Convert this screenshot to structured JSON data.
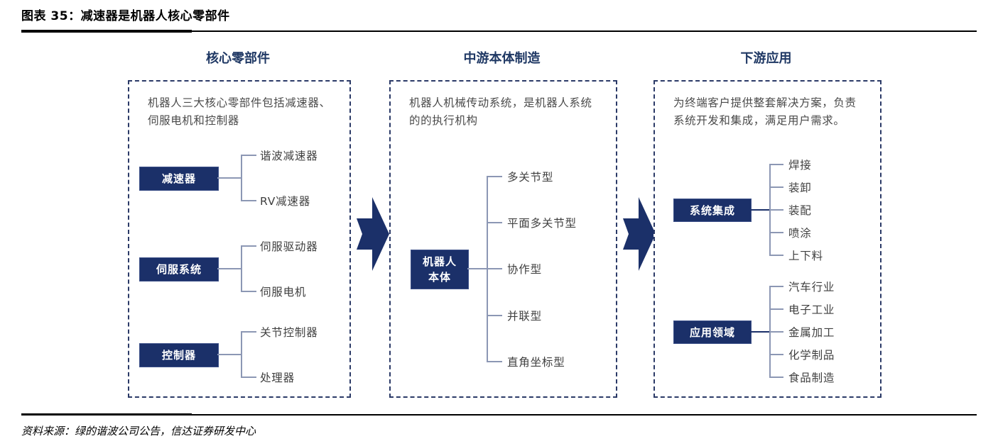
{
  "figure": {
    "title": "图表 35：减速器是机器人核心零部件",
    "source": "资料来源：绿的谐波公司公告，信达证券研发中心"
  },
  "colors": {
    "navy": "#1b3069",
    "header_blue": "#1f3864",
    "connector": "#8c97b4",
    "body_text": "#4a4a4a",
    "dashed_border": "#2b3a67"
  },
  "columns": [
    {
      "id": "upstream",
      "header": "核心零部件",
      "description": "机器人三大核心零部件包括减速器、伺服电机和控制器",
      "groups": [
        {
          "box": "减速器",
          "items": [
            "谐波减速器",
            "RV减速器"
          ]
        },
        {
          "box": "伺服系统",
          "items": [
            "伺服驱动器",
            "伺服电机"
          ]
        },
        {
          "box": "控制器",
          "items": [
            "关节控制器",
            "处理器"
          ]
        }
      ]
    },
    {
      "id": "midstream",
      "header": "中游本体制造",
      "description": "机器人机械传动系统，是机器人系统的的执行机构",
      "groups": [
        {
          "box": "机器人\n本体",
          "box_line1": "机器人",
          "box_line2": "本体",
          "items": [
            "多关节型",
            "平面多关节型",
            "协作型",
            "并联型",
            "直角坐标型"
          ]
        }
      ]
    },
    {
      "id": "downstream",
      "header": "下游应用",
      "description": "为终端客户提供整套解决方案，负责系统开发和集成，满足用户需求。",
      "groups": [
        {
          "box": "系统集成",
          "items": [
            "焊接",
            "装卸",
            "装配",
            "喷涂",
            "上下料"
          ]
        },
        {
          "box": "应用领域",
          "items": [
            "汽车行业",
            "电子工业",
            "金属加工",
            "化学制品",
            "食品制造"
          ]
        }
      ]
    }
  ],
  "arrows": [
    {
      "id": "arrow-upstream-to-midstream",
      "name": "flow-arrow-right"
    },
    {
      "id": "arrow-midstream-to-downstream",
      "name": "flow-arrow-right"
    }
  ]
}
